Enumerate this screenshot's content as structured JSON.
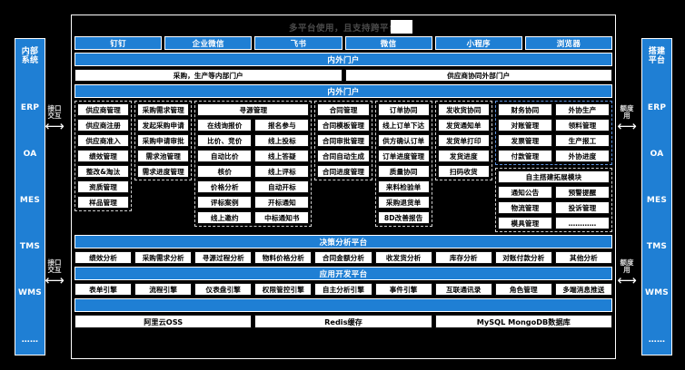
{
  "title": "多平台使用，且支持跨平台",
  "left_rail": {
    "items": [
      "内部\n系统",
      "ERP",
      "OA",
      "MES",
      "TMS",
      "WMS",
      "……"
    ]
  },
  "right_rail": {
    "items": [
      "搭建\n平台",
      "ERP",
      "OA",
      "MES",
      "TMS",
      "WMS",
      "……"
    ]
  },
  "connectors": {
    "left_top": "接口\n交互",
    "left_bottom": "接口\n交互",
    "right_top": "额度\n用",
    "right_bottom": "额度\n用",
    "arrow": "⟷"
  },
  "clients": [
    "钉钉",
    "企业微信",
    "飞书",
    "微信",
    "小程序",
    "浏览器"
  ],
  "portal_band": "内外门户",
  "portals": [
    "采购，生产等内部门户",
    "供应商协同外部门户"
  ],
  "inner_band": "内外门户",
  "grid": [
    {
      "name": "supplier",
      "width": "w1",
      "selected": false,
      "cells": [
        "供应商管理",
        "供应商注册",
        "供应商准入",
        "绩效管理",
        "整改&淘汰",
        "资质管理",
        "样品管理"
      ]
    },
    {
      "name": "purchase-demand",
      "width": "w1",
      "selected": false,
      "cells": [
        "采购需求管理",
        "发起采购申请",
        "采购申请审批",
        "需求池管理",
        "需求进度管理"
      ]
    },
    {
      "name": "sourcing",
      "width": "w2",
      "selected": false,
      "header": "寻源管理",
      "pairs": [
        [
          "在线询报价",
          "报名参与"
        ],
        [
          "比价、竞价",
          "线上投标"
        ],
        [
          "自动比价",
          "线上答疑"
        ],
        [
          "核价",
          "线上评标"
        ],
        [
          "价格分析",
          "自动开标"
        ],
        [
          "评标案例",
          "开标通知"
        ],
        [
          "线上邀约",
          "中标通知书"
        ]
      ]
    },
    {
      "name": "contract",
      "width": "w1",
      "selected": false,
      "cells": [
        "合同管理",
        "合同模板管理",
        "合同审批管理",
        "合同自动生成",
        "合同进度管理"
      ]
    },
    {
      "name": "order",
      "width": "w1",
      "selected": false,
      "cells": [
        "订单协同",
        "线上订单下达",
        "供方确认订单",
        "订单进度管理",
        "质量协同",
        "来料检验单",
        "采购退货单",
        "8D改善报告"
      ]
    },
    {
      "name": "delivery",
      "width": "w1",
      "selected": false,
      "cells": [
        "发收货协同",
        "发货通知单",
        "发货单打印",
        "发货进度",
        "扫码收货"
      ]
    },
    {
      "name": "finance",
      "width": "w1",
      "selected": true,
      "cells": [
        "财务协同",
        "对账管理",
        "发票管理",
        "付款管理"
      ]
    },
    {
      "name": "outsourcing",
      "width": "w1",
      "selected": true,
      "cells": [
        "外协生产",
        "领料管理",
        "生产报工",
        "外协进度"
      ]
    }
  ],
  "extend": {
    "header": "自主搭建拓展模块",
    "pairs": [
      [
        "通知公告",
        "预警提醒"
      ],
      [
        "物流管理",
        "投诉管理"
      ],
      [
        "模具管理",
        "…………"
      ]
    ]
  },
  "decision": {
    "band": "决策分析平台",
    "items": [
      "绩效分析",
      "采购需求分析",
      "寻源过程分析",
      "物料价格分析",
      "合同金额分析",
      "收发货分析",
      "库存分析",
      "对账付款分析",
      "其他分析"
    ]
  },
  "appdev": {
    "band": "应用开发平台",
    "items": [
      "表单引擎",
      "流程引擎",
      "仪表盘引擎",
      "权限管控引擎",
      "自主分析引擎",
      "事件引擎",
      "互联通讯录",
      "角色管理",
      "多端消息推送"
    ]
  },
  "infra": {
    "band": "",
    "items": [
      "阿里云OSS",
      "Redis缓存",
      "MySQL MongoDB数据库"
    ]
  },
  "colors": {
    "accent": "#1f7fd4",
    "background": "#000000",
    "cell": "#ffffff",
    "selection": "#5f93de"
  }
}
